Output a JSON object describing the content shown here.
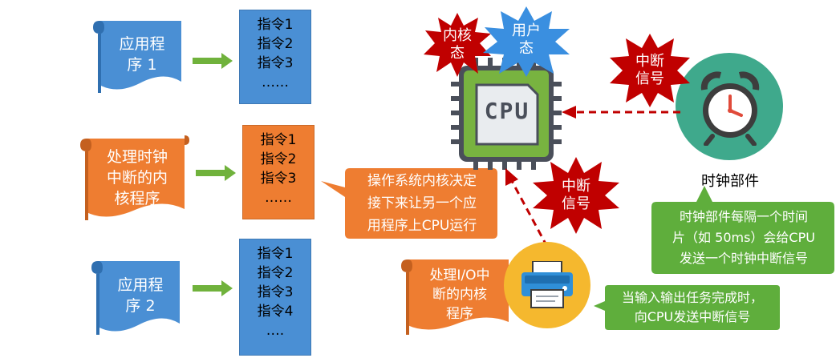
{
  "scrolls": {
    "app1": "应用程\n序 1",
    "clock_handler": "处理时钟\n中断的内\n核程序",
    "app2": "应用程\n序 2",
    "io_handler": "处理I/O中\n断的内核\n程序"
  },
  "instructions": {
    "block1": [
      "指令1",
      "指令2",
      "指令3",
      "……"
    ],
    "block2": [
      "指令1",
      "指令2",
      "指令3",
      "……"
    ],
    "block3": [
      "指令1",
      "指令2",
      "指令3",
      "指令4",
      "…."
    ]
  },
  "cpu": {
    "chip_label": "CPU",
    "kernel_mode": "内核\n态",
    "user_mode": "用户\n态"
  },
  "bursts": {
    "clock_signal": "中断\n信号",
    "io_signal": "中断\n信号"
  },
  "clock": {
    "caption": "时钟部件"
  },
  "callouts": {
    "os_decision": "操作系统内核决定\n接下来让另一个应\n用程序上CPU运行",
    "clock_info": "时钟部件每隔一个时间\n片（如 50ms）会给CPU\n发送一个时钟中断信号",
    "io_info": "当输入输出任务完成时，\n向CPU发送中断信号"
  },
  "colors": {
    "blue": "#4a8fd4",
    "orange": "#ee7d31",
    "green": "#5fae3c",
    "red_arrow": "#c00000",
    "teal": "#3fa98c",
    "yellow": "#f5b82e"
  }
}
